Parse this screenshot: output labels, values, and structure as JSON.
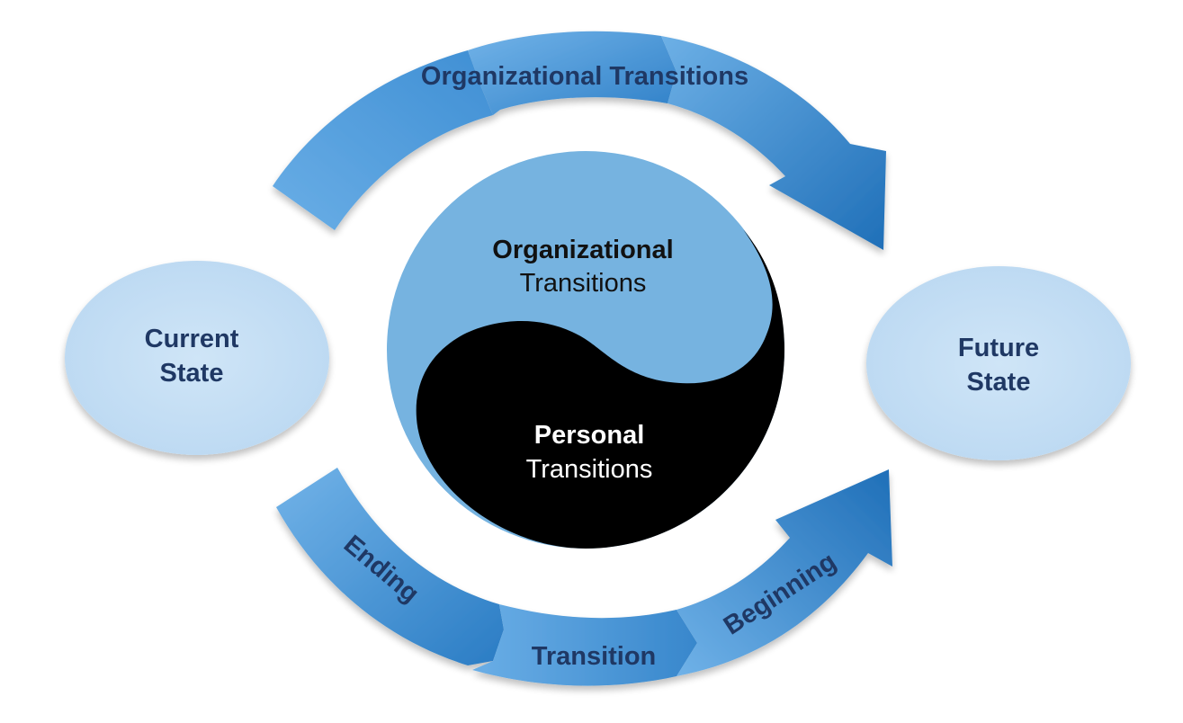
{
  "top_arrow": {
    "label": "Organizational Transitions"
  },
  "current_state": {
    "line1": "Current",
    "line2": "State"
  },
  "future_state": {
    "line1": "Future",
    "line2": "State"
  },
  "center": {
    "top_bold": "Organizational",
    "top_regular": "Transitions",
    "bottom_bold": "Personal",
    "bottom_regular": "Transitions"
  },
  "bottom_arrows": {
    "ending": "Ending",
    "transition": "Transition",
    "beginning": "Beginning"
  },
  "colors": {
    "arrow_light": "#7db6e6",
    "arrow_dark": "#1f6fb8",
    "ellipse_fill": "#c9e2f6",
    "yin_light": "#76b3e0",
    "yin_dark": "#000000",
    "label_text": "#1f3864"
  }
}
